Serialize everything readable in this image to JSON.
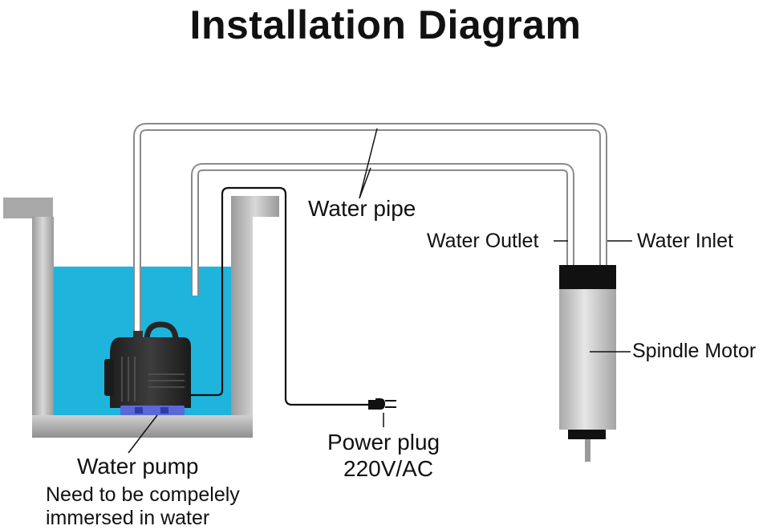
{
  "title": "Installation Diagram",
  "labels": {
    "water_pipe": "Water pipe",
    "water_outlet": "Water Outlet",
    "water_inlet": "Water Inlet",
    "spindle_motor": "Spindle Motor",
    "power_plug": "Power plug",
    "power_voltage": "220V/AC",
    "water_pump": "Water pump",
    "pump_note_line1": "Need to be compelely",
    "pump_note_line2": "immersed in water"
  },
  "colors": {
    "water": "#1fb4dc",
    "tank_wall": "#b8b8b8",
    "pipe_outline": "#8a8a8a",
    "pump_body": "#2b2b2b",
    "spindle_body": "#c9c9c9",
    "spindle_cap": "#111111",
    "cable": "#111111"
  }
}
